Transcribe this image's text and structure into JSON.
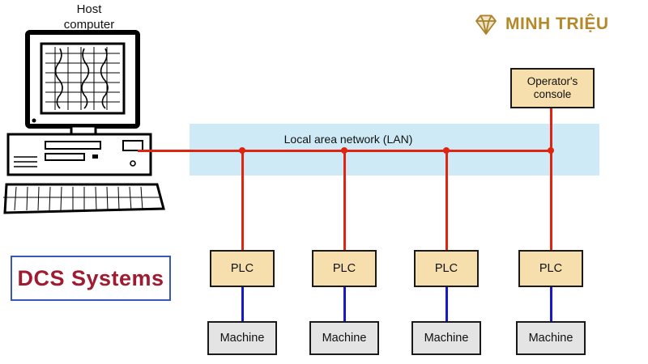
{
  "brand": {
    "name": "MINH TRIỆU",
    "icon": "gem-icon",
    "color": "#b3892a"
  },
  "host_computer": {
    "line1": "Host",
    "line2": "computer"
  },
  "lan": {
    "label": "Local area network (LAN)"
  },
  "operator_console": {
    "line1": "Operator's",
    "line2": "console"
  },
  "plcs": [
    {
      "label": "PLC"
    },
    {
      "label": "PLC"
    },
    {
      "label": "PLC"
    },
    {
      "label": "PLC"
    }
  ],
  "machines": [
    {
      "label": "Machine"
    },
    {
      "label": "Machine"
    },
    {
      "label": "Machine"
    },
    {
      "label": "Machine"
    }
  ],
  "dcs": {
    "label": "DCS Systems"
  },
  "colors": {
    "red_line": "#e02412",
    "blue_line": "#1818c8",
    "lan_band": "#cfeaf7",
    "box_tan": "#f7dfad",
    "box_gray": "#e4e4e4",
    "dcs_text": "#a01a30",
    "dcs_border": "#3a57b5",
    "brand_gold": "#b3892a"
  }
}
